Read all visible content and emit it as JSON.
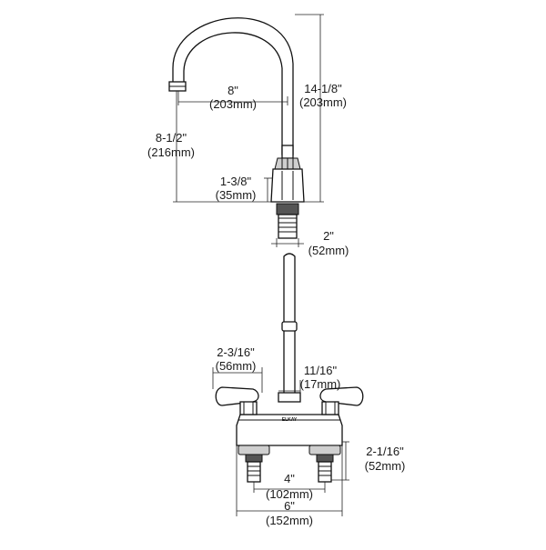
{
  "dimensions": {
    "top_width": {
      "imperial": "8\"",
      "metric": "(203mm)"
    },
    "total_height": {
      "imperial": "14-1/8\"",
      "metric": "(203mm)"
    },
    "spout_height": {
      "imperial": "8-1/2\"",
      "metric": "(216mm)"
    },
    "base_height": {
      "imperial": "1-3/8\"",
      "metric": "(35mm)"
    },
    "shank_width": {
      "imperial": "2\"",
      "metric": "(52mm)"
    },
    "handle_length": {
      "imperial": "2-3/16\"",
      "metric": "(56mm)"
    },
    "spout_diameter": {
      "imperial": "11/16\"",
      "metric": "(17mm)"
    },
    "body_height": {
      "imperial": "2-1/16\"",
      "metric": "(52mm)"
    },
    "center_spacing": {
      "imperial": "4\"",
      "metric": "(102mm)"
    },
    "overall_width": {
      "imperial": "6\"",
      "metric": "(152mm)"
    }
  },
  "body_logo": "ELKAY"
}
